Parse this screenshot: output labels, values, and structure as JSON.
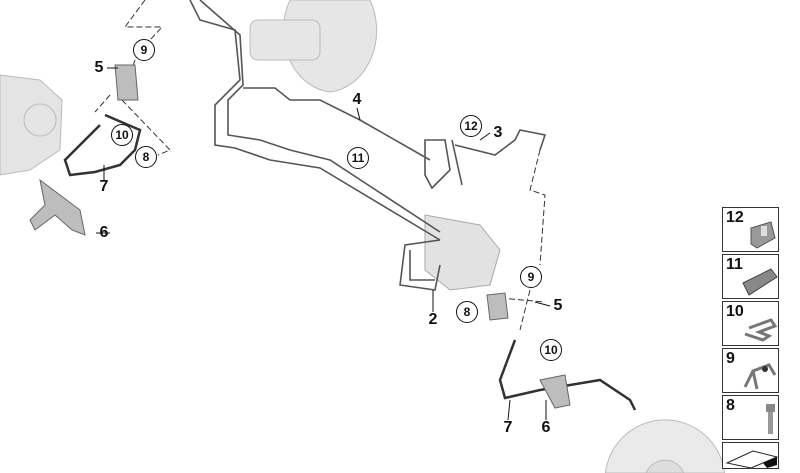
{
  "callouts": [
    {
      "label": "9",
      "circled": true
    },
    {
      "label": "5",
      "circled": false
    },
    {
      "label": "10",
      "circled": true
    },
    {
      "label": "8",
      "circled": true
    },
    {
      "label": "7",
      "circled": false
    },
    {
      "label": "6",
      "circled": false
    },
    {
      "label": "4",
      "circled": false
    },
    {
      "label": "11",
      "circled": true
    },
    {
      "label": "12",
      "circled": true
    },
    {
      "label": "3",
      "circled": false
    },
    {
      "label": "2",
      "circled": false
    },
    {
      "label": "8",
      "circled": true
    },
    {
      "label": "5",
      "circled": false
    },
    {
      "label": "9",
      "circled": true
    },
    {
      "label": "10",
      "circled": true
    },
    {
      "label": "7",
      "circled": false
    },
    {
      "label": "6",
      "circled": false
    }
  ],
  "legend": [
    {
      "label": "12",
      "icon": "clip-holder-icon"
    },
    {
      "label": "11",
      "icon": "pipe-clip-icon"
    },
    {
      "label": "10",
      "icon": "retaining-clip-icon"
    },
    {
      "label": "9",
      "icon": "bracket-clip-icon"
    },
    {
      "label": "8",
      "icon": "bolt-icon"
    },
    {
      "label": "",
      "icon": "kit-icon"
    }
  ],
  "colors": {
    "line": "#555555",
    "part": "#c8c8c8",
    "hose": "#333333"
  }
}
